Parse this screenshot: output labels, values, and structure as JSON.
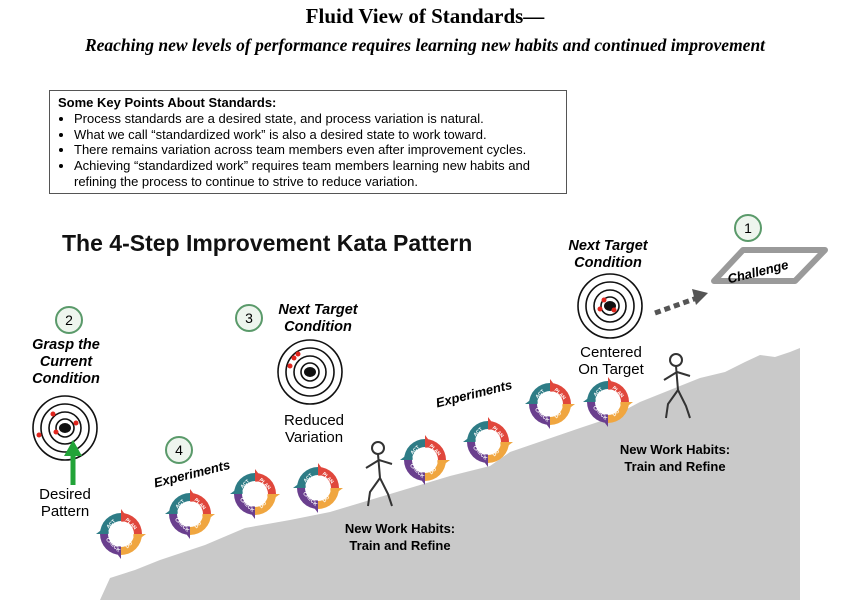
{
  "header": {
    "title": "Fluid View of Standards—",
    "subtitle": "Reaching new levels of performance requires learning new habits and continued improvement"
  },
  "key_points": {
    "heading": "Some Key Points About Standards:",
    "items": [
      "Process standards are a desired state, and process variation is natural.",
      "What we call “standardized work” is also a desired state to work toward.",
      "There remains variation across team members even after improvement cycles.",
      "Achieving “standardized work” requires team members learning new habits and refining the process to continue to strive to reduce variation."
    ]
  },
  "kata_title": "The 4-Step Improvement Kata Pattern",
  "steps": {
    "challenge": {
      "number": "1",
      "label": "Challenge"
    },
    "grasp": {
      "number": "2",
      "label": "Grasp the Current Condition",
      "caption": "Desired Pattern"
    },
    "next_target_mid": {
      "number": "3",
      "label": "Next Target Condition",
      "caption": "Reduced Variation"
    },
    "next_target_top": {
      "label": "Next Target Condition",
      "caption": "Centered On Target"
    },
    "experiments": {
      "number": "4",
      "label": "Experiments"
    }
  },
  "experiments_label_2": "Experiments",
  "habits": {
    "lower": "New Work Habits: Train and Refine",
    "upper": "New Work Habits: Train and Refine"
  },
  "pdca": {
    "act": "ACT",
    "plan": "PLAN",
    "do": "DO",
    "check": "CHECK"
  },
  "colors": {
    "act": "#2e7c86",
    "plan": "#e0473c",
    "do": "#f0a640",
    "check": "#6a3f8e",
    "mountain": "#c9c9c9",
    "badge_border": "#5a9a6a",
    "arrow_green": "#22a338",
    "dot_red": "#e0251d"
  }
}
